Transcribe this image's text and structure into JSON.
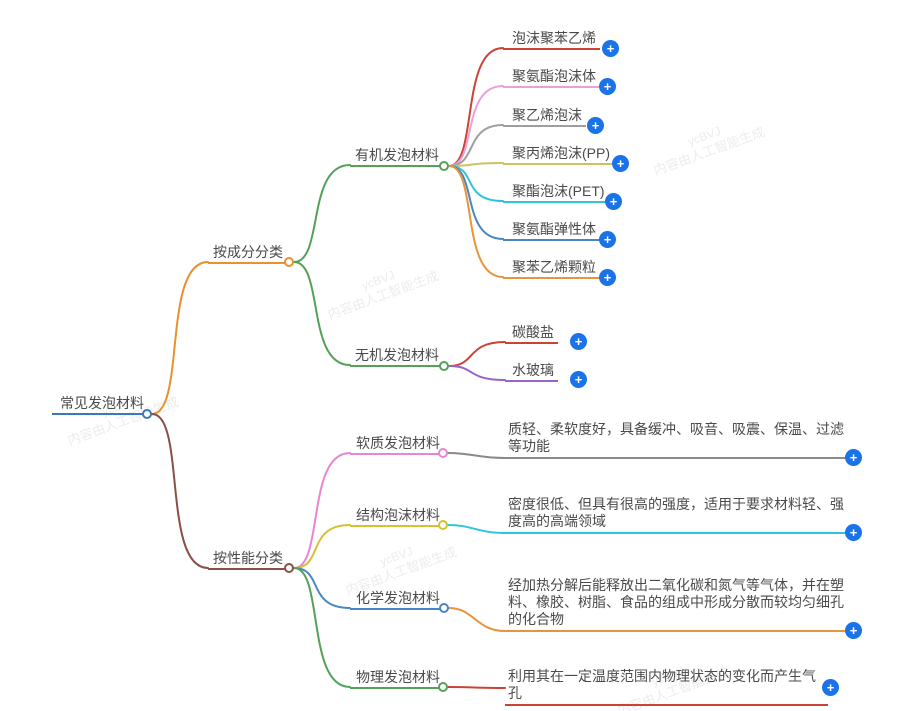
{
  "watermark": {
    "line1": "ycBVJ",
    "line2": "内容由人工智能生成"
  },
  "icons": {
    "plus": "+"
  },
  "colors": {
    "root_underline": "#3879b8",
    "composition_branch": "#e8912d",
    "performance_branch": "#8a4f46",
    "organic_green": "#55a159",
    "leaf_red": "#cb4335",
    "leaf_pink": "#e8a2d8",
    "leaf_gray": "#9e9e9e",
    "leaf_olive": "#cfc25c",
    "leaf_cyan": "#2fc4dc",
    "leaf_blue": "#4a86c6",
    "leaf_orange": "#e8943a",
    "leaf_purple": "#9a63c9",
    "soft_pink": "#e885d5",
    "struct_yellow": "#d4c233",
    "expand_button": "#1a73e8"
  },
  "mindmap": {
    "root": {
      "label": "常见发泡材料"
    },
    "branches": [
      {
        "label": "按成分分类",
        "children": [
          {
            "label": "有机发泡材料",
            "children": [
              {
                "label": "泡沫聚苯乙烯"
              },
              {
                "label": "聚氨酯泡沫体"
              },
              {
                "label": "聚乙烯泡沫"
              },
              {
                "label": "聚丙烯泡沫(PP)"
              },
              {
                "label": "聚酯泡沫(PET)"
              },
              {
                "label": "聚氨酯弹性体"
              },
              {
                "label": "聚苯乙烯颗粒"
              }
            ]
          },
          {
            "label": "无机发泡材料",
            "children": [
              {
                "label": "碳酸盐"
              },
              {
                "label": "水玻璃"
              }
            ]
          }
        ]
      },
      {
        "label": "按性能分类",
        "children": [
          {
            "label": "软质发泡材料",
            "desc": "质轻、柔软度好，具备缓冲、吸音、吸震、保温、过滤等功能"
          },
          {
            "label": "结构泡沫材料",
            "desc": "密度很低、但具有很高的强度，适用于要求材料轻、强度高的高端领域"
          },
          {
            "label": "化学发泡材料",
            "desc": "经加热分解后能释放出二氧化碳和氮气等气体，并在塑料、橡胶、树脂、食品的组成中形成分散而较均匀细孔的化合物"
          },
          {
            "label": "物理发泡材料",
            "desc": "利用其在一定温度范围内物理状态的变化而产生气孔"
          }
        ]
      }
    ]
  }
}
